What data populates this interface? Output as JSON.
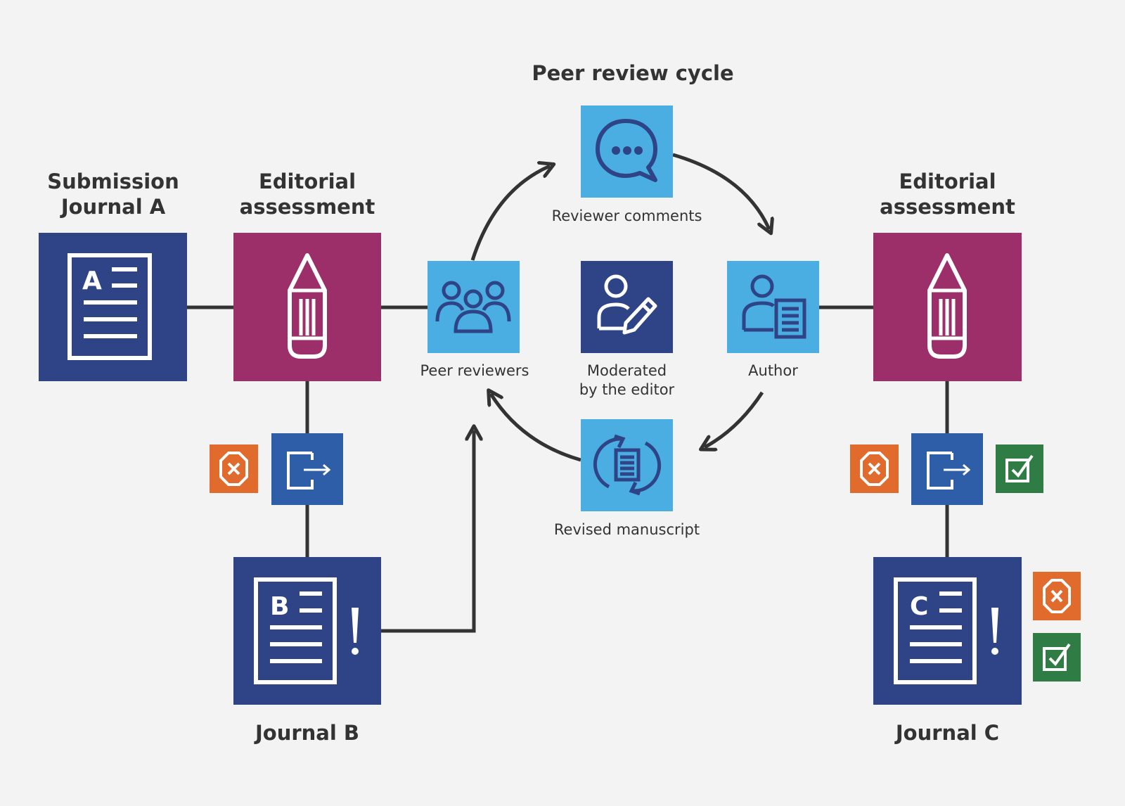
{
  "title": "Peer review cycle",
  "labels": {
    "submission_a_line1": "Submission",
    "submission_a_line2": "Journal A",
    "editorial_left_line1": "Editorial",
    "editorial_left_line2": "assessment",
    "editorial_right_line1": "Editorial",
    "editorial_right_line2": "assessment",
    "reviewer_comments": "Reviewer comments",
    "peer_reviewers": "Peer reviewers",
    "moderated_line1": "Moderated",
    "moderated_line2": "by the editor",
    "author": "Author",
    "revised_manuscript": "Revised manuscript",
    "journal_b": "Journal B",
    "journal_c": "Journal C"
  },
  "doc_letters": {
    "a": "A",
    "b": "B",
    "c": "C"
  },
  "colors": {
    "navy": "#2e4486",
    "magenta": "#9c2f6a",
    "light_blue": "#4aaee3",
    "mid_blue": "#2f5ea8",
    "orange": "#e06b2c",
    "green": "#2f7d45",
    "connector": "#333333"
  },
  "icons": {
    "journal_a": "document-icon",
    "editorial": "pencil-icon",
    "reviewer_comments": "speech-bubble-icon",
    "peer_reviewers": "people-group-icon",
    "moderated": "user-edit-icon",
    "author": "user-document-icon",
    "revised_manuscript": "document-refresh-icon",
    "transfer": "exit-arrow-icon",
    "reject": "reject-icon",
    "accept": "accept-check-icon"
  }
}
